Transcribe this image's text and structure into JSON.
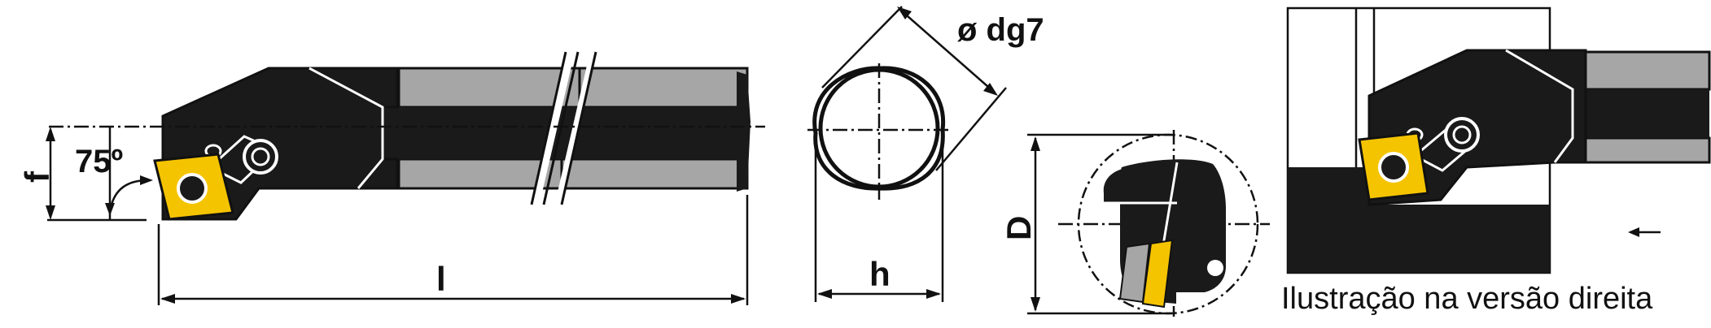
{
  "colors": {
    "tool_body": "#1a1a1a",
    "shank_gray": "#a6a6a6",
    "insert_yellow": "#f5c400",
    "line": "#111111",
    "background": "#ffffff"
  },
  "labels": {
    "f": "f",
    "angle": "75º",
    "l": "l",
    "dg7": "ø dg7",
    "h": "h",
    "D": "D",
    "caption": "Ilustração na versão direita"
  },
  "icons": {
    "feed_arrow": "arrow-left-icon"
  }
}
